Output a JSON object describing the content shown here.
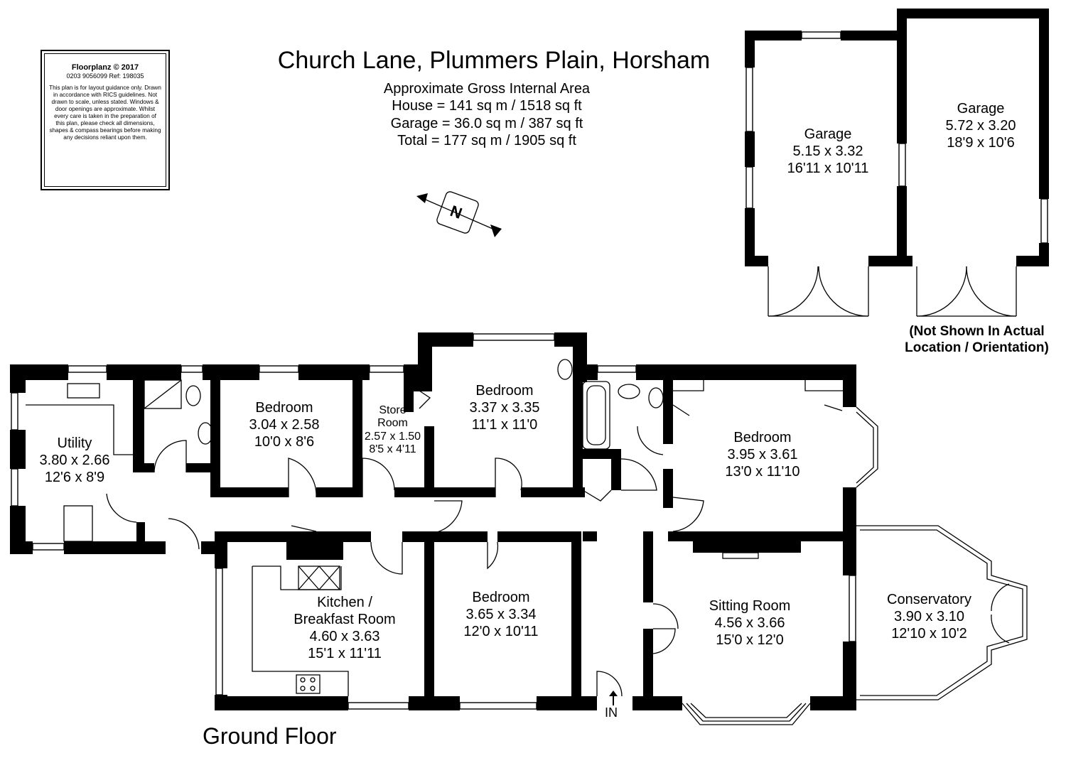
{
  "header": {
    "title": "Church Lane, Plummers Plain, Horsham",
    "area_lines": [
      "Approximate Gross Internal Area",
      "House = 141 sq m / 1518 sq ft",
      "Garage = 36.0 sq m / 387 sq ft",
      "Total = 177 sq m / 1905 sq ft"
    ]
  },
  "disclaimer": {
    "line1": "Floorplanz © 2017",
    "line2": "0203 9056099 Ref: 198035",
    "body": "This plan is for layout guidance only. Drawn in accordance with RICS guidelines. Not drawn to scale, unless stated. Windows & door openings are approximate. Whilst every care is taken in the preparation of this plan, please check all dimensions, shapes & compass bearings before making any decisions reliant upon them."
  },
  "compass": {
    "label": "N"
  },
  "floor_label": "Ground Floor",
  "entrance_label": "IN",
  "garage_note": [
    "(Not Shown In Actual",
    "Location / Orientation)"
  ],
  "rooms": {
    "garage1": [
      "Garage",
      "5.15 x 3.32",
      "16'11 x 10'11"
    ],
    "garage2": [
      "Garage",
      "5.72 x 3.20",
      "18'9 x 10'6"
    ],
    "utility": [
      "Utility",
      "3.80 x 2.66",
      "12'6 x 8'9"
    ],
    "bedroom_a": [
      "Bedroom",
      "3.04 x 2.58",
      "10'0 x 8'6"
    ],
    "store": [
      "Store",
      "Room",
      "2.57 x 1.50",
      "8'5 x 4'11"
    ],
    "bedroom_b": [
      "Bedroom",
      "3.37 x 3.35",
      "11'1 x 11'0"
    ],
    "bedroom_c": [
      "Bedroom",
      "3.95 x 3.61",
      "13'0 x 11'10"
    ],
    "kitchen": [
      "Kitchen /",
      "Breakfast Room",
      "4.60 x 3.63",
      "15'1 x 11'11"
    ],
    "bedroom_d": [
      "Bedroom",
      "3.65 x 3.34",
      "12'0 x 10'11"
    ],
    "sitting": [
      "Sitting Room",
      "4.56 x 3.66",
      "15'0 x 12'0"
    ],
    "conservatory": [
      "Conservatory",
      "3.90 x 3.10",
      "12'10 x 10'2"
    ]
  },
  "colors": {
    "wall": "#000000",
    "background": "#ffffff"
  }
}
